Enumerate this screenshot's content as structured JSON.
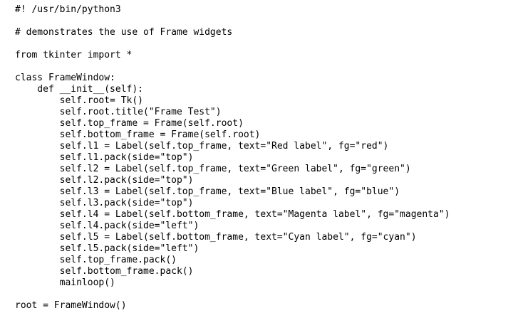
{
  "page": {
    "background_color": "#ffffff",
    "text_color": "#000000",
    "language": "python"
  },
  "code": {
    "lines": [
      "#! /usr/bin/python3",
      "",
      "# demonstrates the use of Frame widgets",
      "",
      "from tkinter import *",
      "",
      "class FrameWindow:",
      "    def __init__(self):",
      "        self.root= Tk()",
      "        self.root.title(\"Frame Test\")",
      "        self.top_frame = Frame(self.root)",
      "        self.bottom_frame = Frame(self.root)",
      "        self.l1 = Label(self.top_frame, text=\"Red label\", fg=\"red\")",
      "        self.l1.pack(side=\"top\")",
      "        self.l2 = Label(self.top_frame, text=\"Green label\", fg=\"green\")",
      "        self.l2.pack(side=\"top\")",
      "        self.l3 = Label(self.top_frame, text=\"Blue label\", fg=\"blue\")",
      "        self.l3.pack(side=\"top\")",
      "        self.l4 = Label(self.bottom_frame, text=\"Magenta label\", fg=\"magenta\")",
      "        self.l4.pack(side=\"left\")",
      "        self.l5 = Label(self.bottom_frame, text=\"Cyan label\", fg=\"cyan\")",
      "        self.l5.pack(side=\"left\")",
      "        self.top_frame.pack()",
      "        self.bottom_frame.pack()",
      "        mainloop()",
      "",
      "root = FrameWindow()"
    ]
  }
}
